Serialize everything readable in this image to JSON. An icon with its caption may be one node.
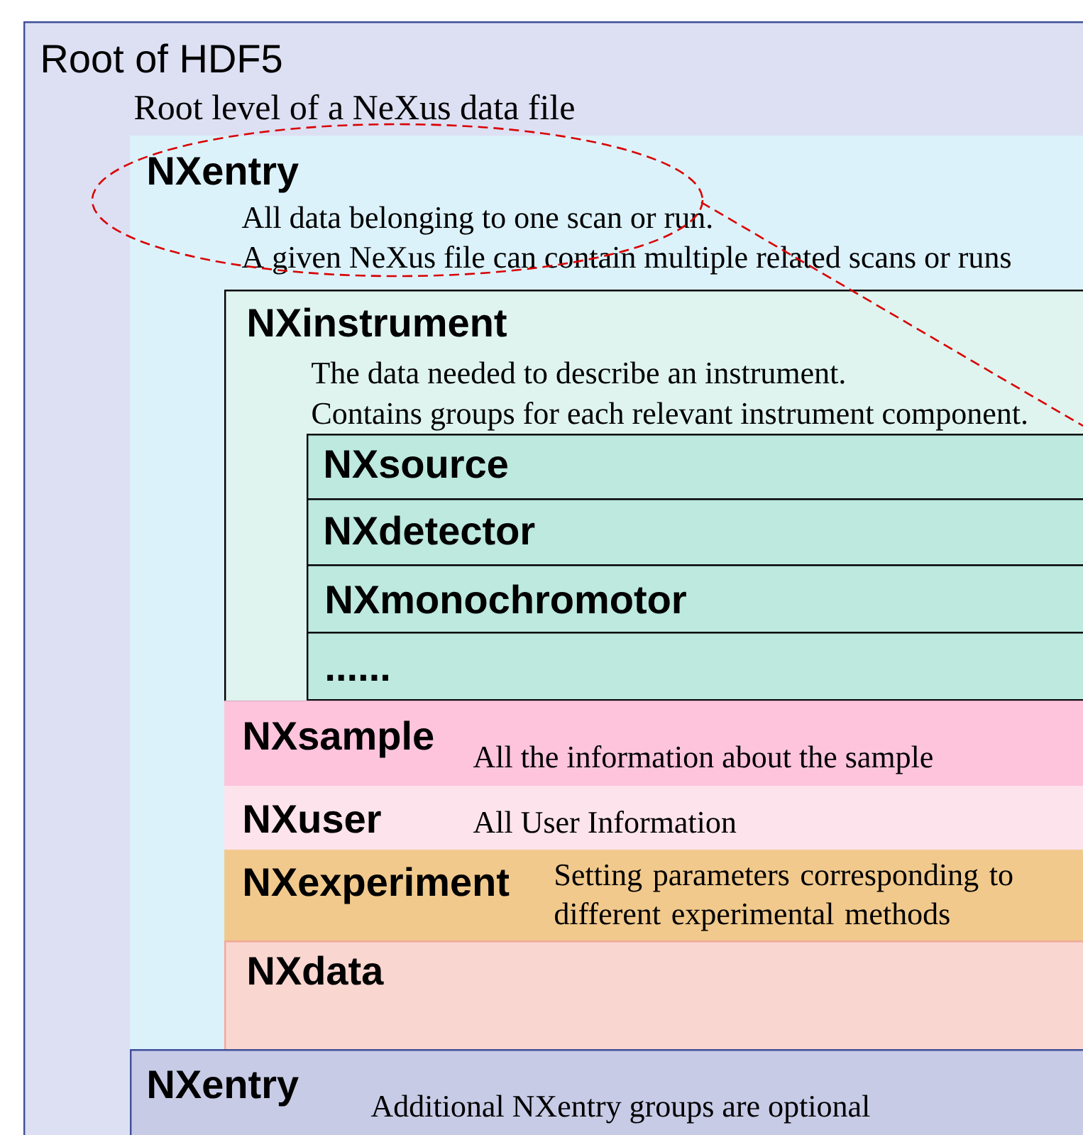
{
  "diagram": {
    "nodes": [
      {
        "text": [
          "Root of HDF5",
          "Root level of a NeXus data file"
        ]
      },
      {
        "text": [
          "NXentry",
          "All data belonging to one scan or run.",
          "A given NeXus file can contain multiple related scans or runs"
        ],
        "in": 0
      },
      {
        "text": [
          "NXinstrument",
          "The data needed to describe an instrument.",
          "Contains groups for each relevant instrument component."
        ],
        "in": 1
      },
      {
        "text": [
          "NXsource"
        ],
        "in": 2
      },
      {
        "text": [
          "NXdetector"
        ],
        "in": 2
      },
      {
        "text": [
          "NXmonochromotor"
        ],
        "in": 2
      },
      {
        "text": [
          "......"
        ],
        "in": 2
      },
      {
        "text": [
          "NXsample",
          "All the information about the sample"
        ],
        "in": 1
      },
      {
        "text": [
          "NXuser",
          "All User Information"
        ],
        "in": 1
      },
      {
        "text": [
          "NXexperiment",
          "Setting parameters corresponding to different experimental methods"
        ],
        "in": 1
      },
      {
        "text": [
          "NXdata"
        ],
        "in": 1
      },
      {
        "text": [
          "NXentry",
          "Additional NXentry groups are optional"
        ],
        "in": 0
      }
    ]
  }
}
